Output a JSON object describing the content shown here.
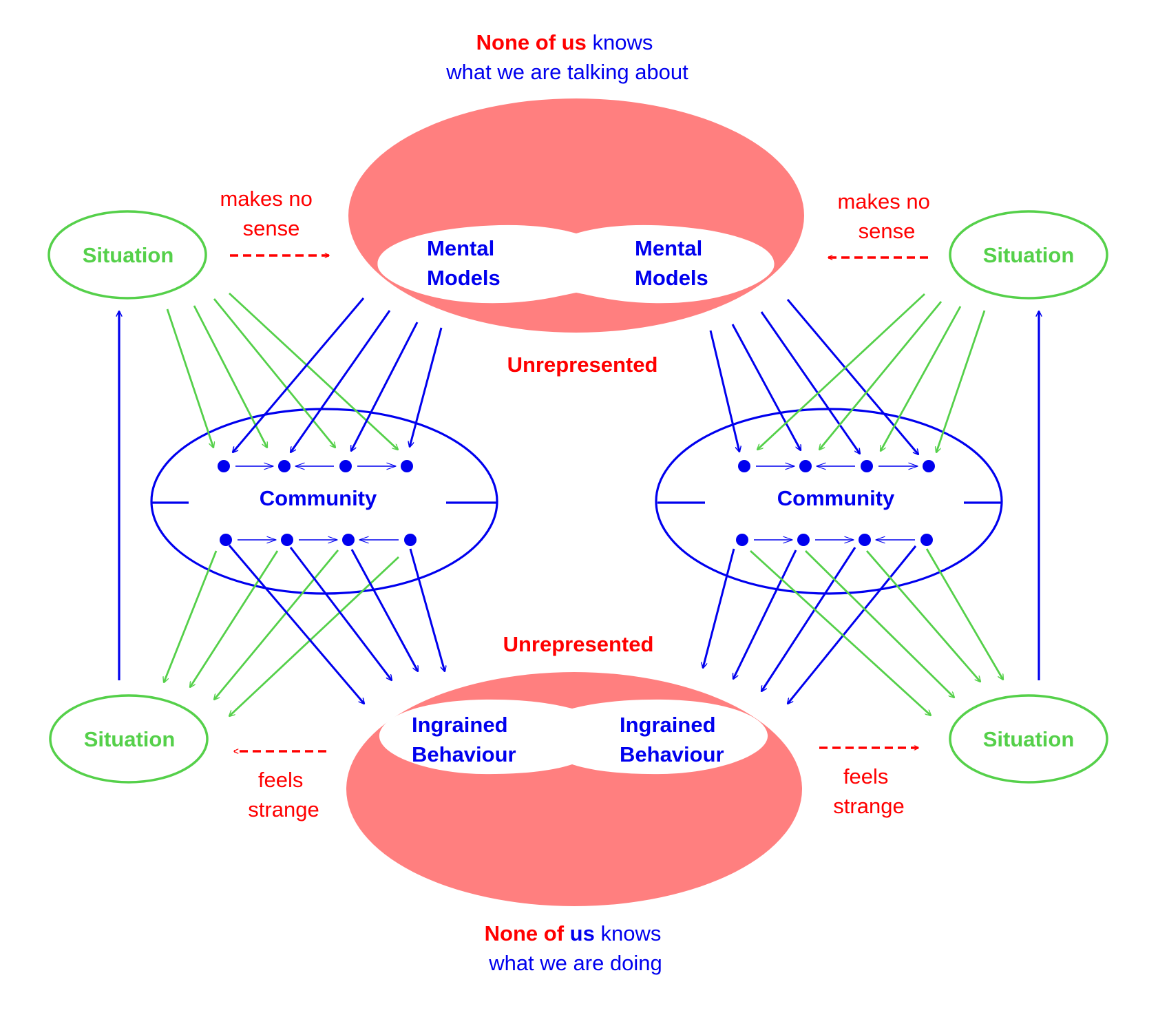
{
  "colors": {
    "red": "#ff0000",
    "blue": "#0000ee",
    "green": "#55d04a",
    "pink": "#ff7f7f",
    "white": "#ffffff"
  },
  "top_caption": {
    "line1_emph": "None of us",
    "line1_rest": " knows",
    "line2": "what we are talking about"
  },
  "bottom_caption": {
    "line1_none_of": "None of ",
    "line1_us": "us",
    "line1_rest": " knows",
    "line2": "what we are doing"
  },
  "mental_models": {
    "left": [
      "Mental",
      "Models"
    ],
    "right": [
      "Mental",
      "Models"
    ]
  },
  "ingrained_behaviour": {
    "left": [
      "Ingrained",
      "Behaviour"
    ],
    "right": [
      "Ingrained",
      "Behaviour"
    ]
  },
  "unrepresented_top": "Unrepresented",
  "unrepresented_bottom": "Unrepresented",
  "situation_label": "Situation",
  "community_label": "Community",
  "makes_no_sense": [
    "makes no",
    "sense"
  ],
  "feels_strange": [
    "feels",
    "strange"
  ]
}
